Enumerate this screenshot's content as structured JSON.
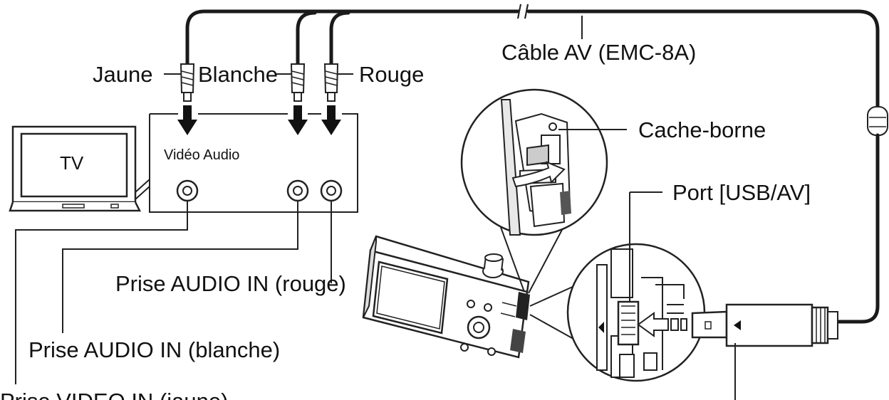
{
  "labels": {
    "cable": "Câble AV (EMC-8A)",
    "yellow": "Jaune",
    "white": "Blanche",
    "red": "Rouge",
    "tv": "TV",
    "video_audio": "Vidéo Audio",
    "terminal_cover": "Cache-borne",
    "usb_av_port": "Port [USB/AV]",
    "audio_in_red": "Prise AUDIO IN (rouge)",
    "audio_in_white": "Prise AUDIO IN (blanche)",
    "video_in_yellow": "Prise VIDEO IN (jaune)"
  },
  "icons": {
    "arrow_down": "arrow-down-icon",
    "arrow_left": "arrow-left-icon",
    "rca_plug": "rca-plug-icon",
    "rca_jack": "rca-jack-icon"
  }
}
